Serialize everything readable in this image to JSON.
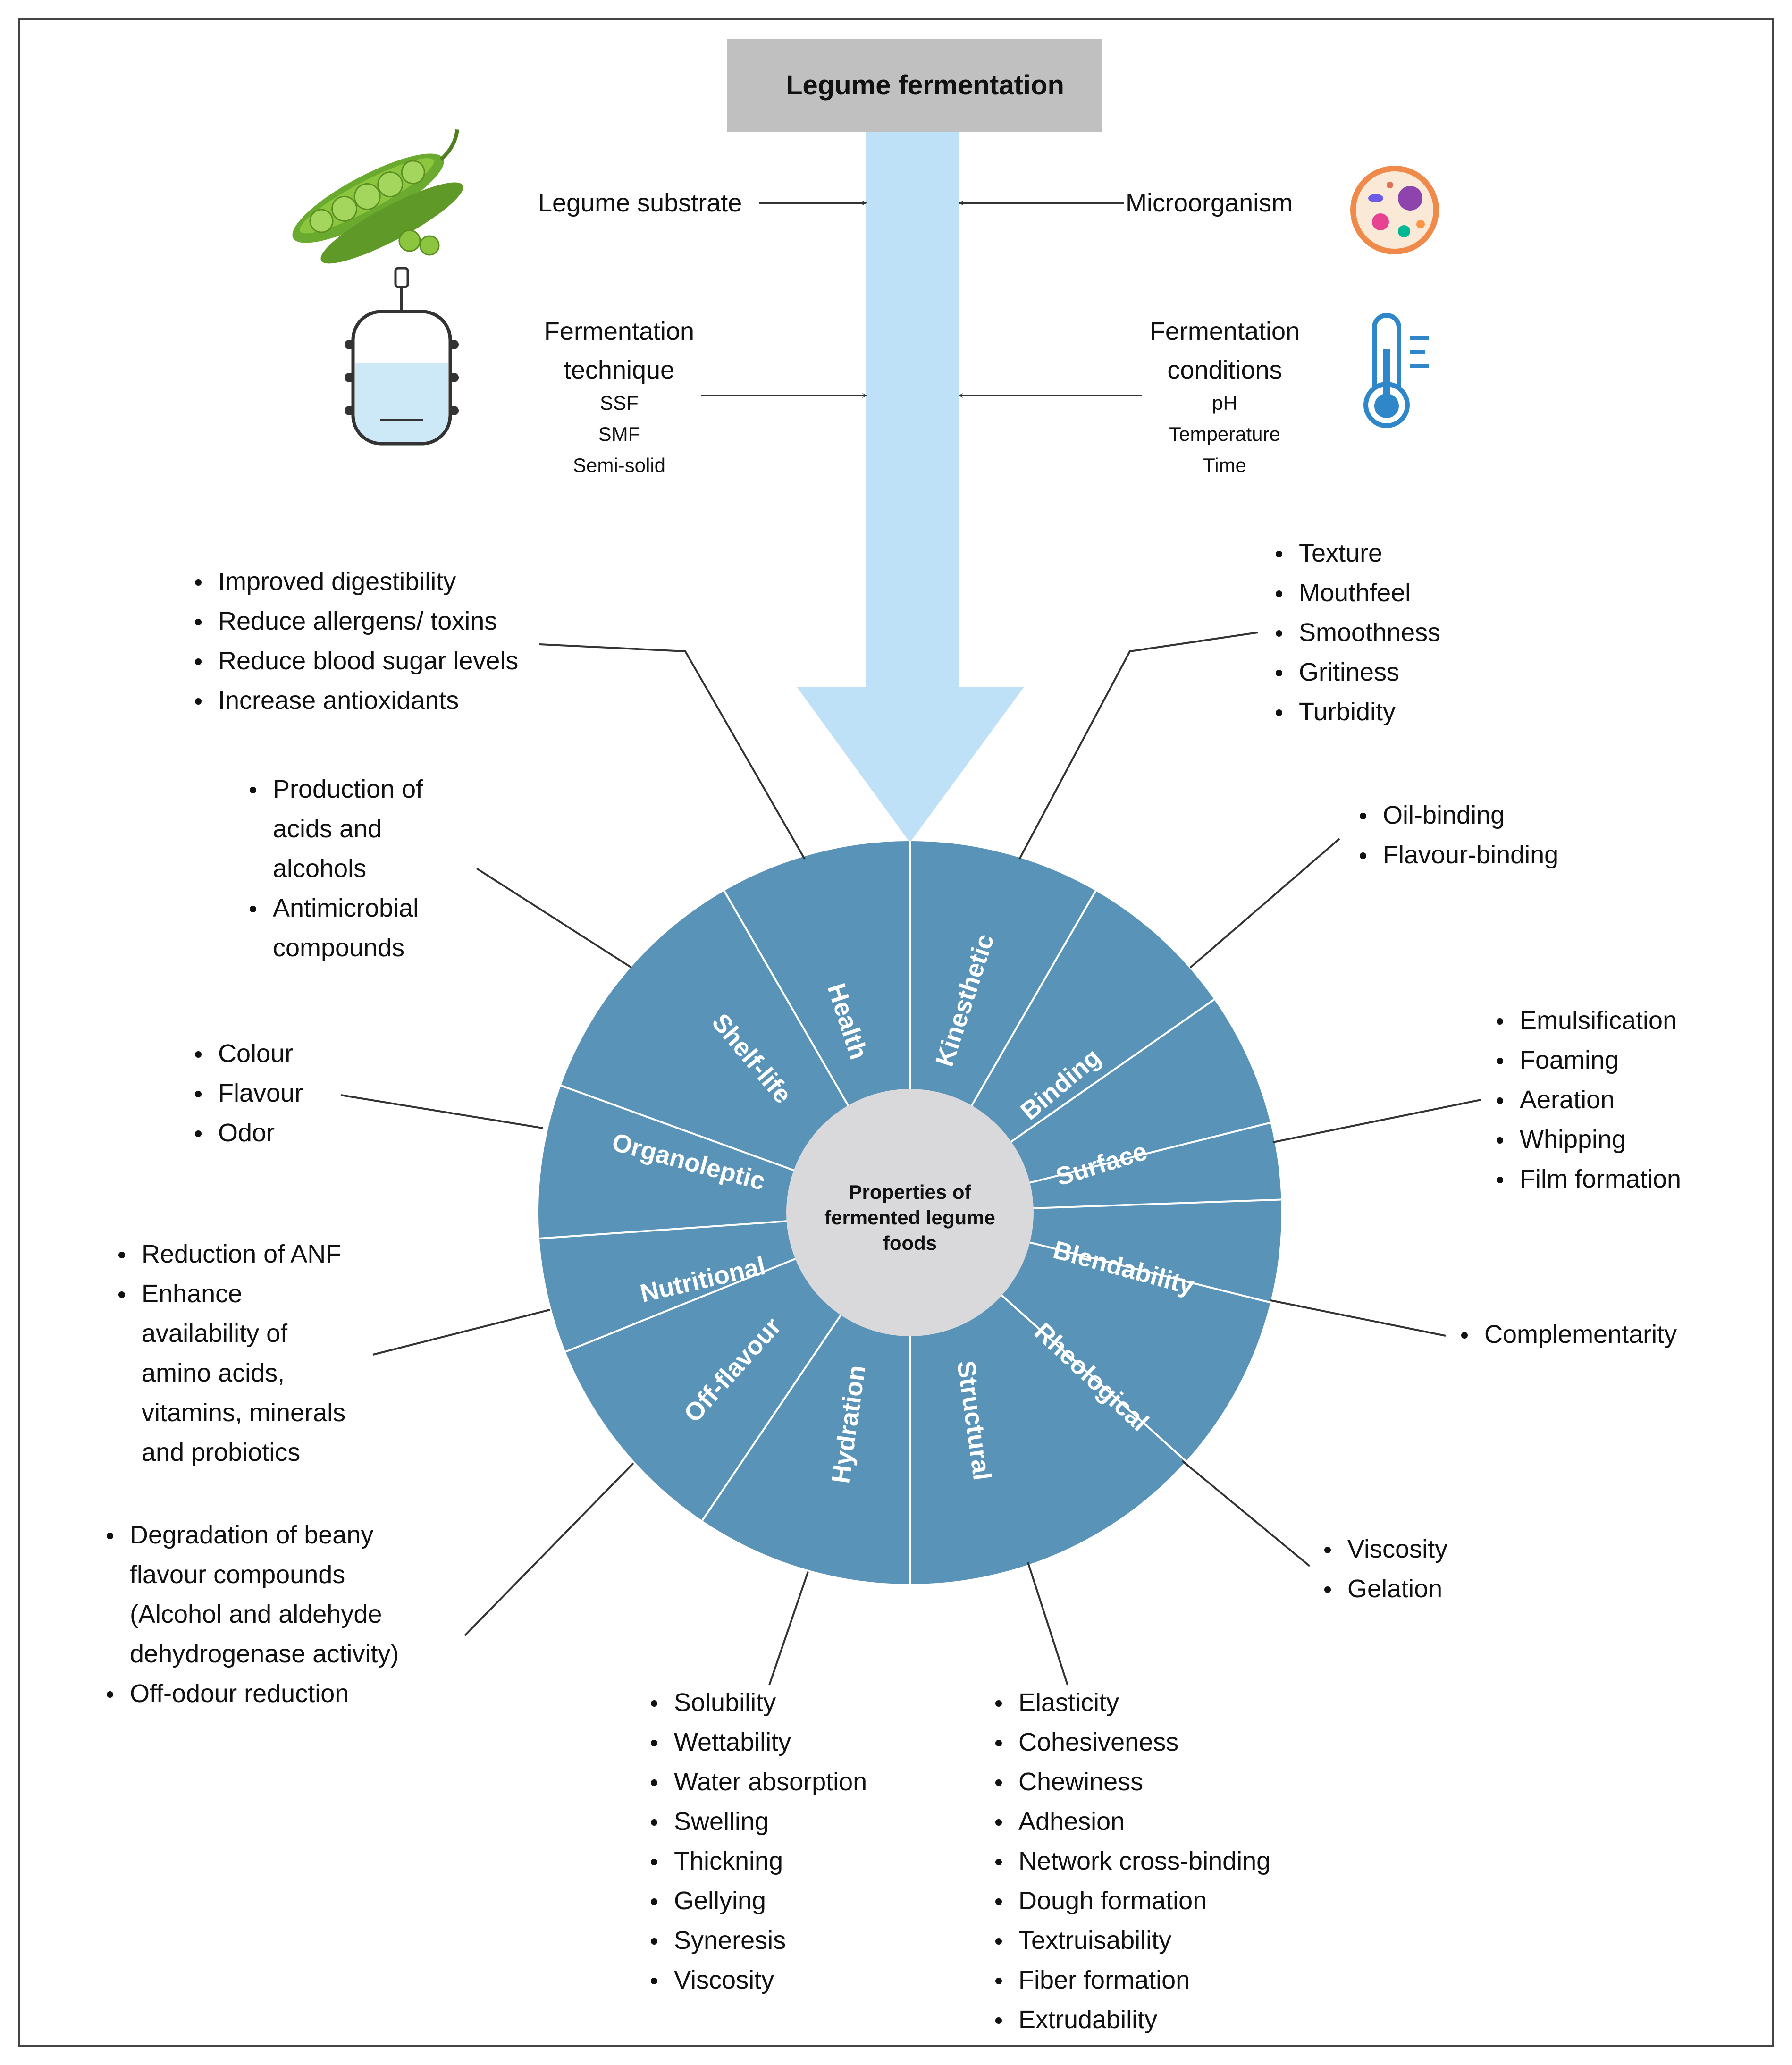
{
  "title": "Legume fermentation",
  "inputs": {
    "substrate": "Legume substrate",
    "microorganism": "Microorganism",
    "technique": {
      "lines": [
        "Fermentation",
        "technique"
      ],
      "items": [
        "SSF",
        "SMF",
        "Semi-solid"
      ]
    },
    "conditions": {
      "lines": [
        "Fermentation",
        "conditions"
      ],
      "items": [
        "pH",
        "Temperature",
        "Time"
      ]
    }
  },
  "icons": [
    "peas-pod-icon",
    "bioreactor-icon",
    "microorganism-icon",
    "thermometer-icon"
  ],
  "center": {
    "lines": [
      "Properties of",
      "fermented legume",
      "foods"
    ]
  },
  "colors": {
    "wheel": "#5a93b8",
    "center": "#d9d9db",
    "arrow": "#bfe1f8",
    "titlebox": "#c0c0c0",
    "line": "#333333"
  },
  "segments": [
    {
      "label": "Health",
      "bullets": [
        [
          "Improved digestibility"
        ],
        [
          "Reduce allergens/ toxins"
        ],
        [
          "Reduce blood sugar levels"
        ],
        [
          "Increase antioxidants"
        ]
      ]
    },
    {
      "label": "Kinesthetic",
      "bullets": [
        [
          "Texture"
        ],
        [
          "Mouthfeel"
        ],
        [
          "Smoothness"
        ],
        [
          "Gritiness"
        ],
        [
          "Turbidity"
        ]
      ]
    },
    {
      "label": "Binding",
      "bullets": [
        [
          "Oil-binding"
        ],
        [
          "Flavour-binding"
        ]
      ]
    },
    {
      "label": "Surface",
      "bullets": [
        [
          "Emulsification"
        ],
        [
          "Foaming"
        ],
        [
          "Aeration"
        ],
        [
          "Whipping"
        ],
        [
          "Film formation"
        ]
      ]
    },
    {
      "label": "Blendability",
      "bullets": [
        [
          "Complementarity"
        ]
      ]
    },
    {
      "label": "Rheological",
      "bullets": [
        [
          "Viscosity"
        ],
        [
          "Gelation"
        ]
      ]
    },
    {
      "label": "Structural",
      "bullets": [
        [
          "Elasticity"
        ],
        [
          "Cohesiveness"
        ],
        [
          "Chewiness"
        ],
        [
          "Adhesion"
        ],
        [
          "Network cross-binding"
        ],
        [
          "Dough formation"
        ],
        [
          "Textruisability"
        ],
        [
          "Fiber formation"
        ],
        [
          "Extrudability"
        ]
      ]
    },
    {
      "label": "Hydration",
      "bullets": [
        [
          "Solubility"
        ],
        [
          "Wettability"
        ],
        [
          "Water absorption"
        ],
        [
          "Swelling"
        ],
        [
          "Thickning"
        ],
        [
          "Gellying"
        ],
        [
          "Syneresis"
        ],
        [
          "Viscosity"
        ]
      ]
    },
    {
      "label": "Off-flavour",
      "bullets": [
        [
          "Degradation of beany",
          "flavour compounds",
          "(Alcohol and aldehyde",
          "dehydrogenase activity)"
        ],
        [
          "Off-odour reduction"
        ]
      ]
    },
    {
      "label": "Nutritional",
      "bullets": [
        [
          "Reduction of ANF"
        ],
        [
          "Enhance",
          "availability of",
          "amino acids,",
          "vitamins, minerals",
          "and probiotics"
        ]
      ]
    },
    {
      "label": "Organoleptic",
      "bullets": [
        [
          "Colour"
        ],
        [
          "Flavour"
        ],
        [
          "Odor"
        ]
      ]
    },
    {
      "label": "Shelf-life",
      "bullets": [
        [
          "Production of",
          "acids and",
          "alcohols"
        ],
        [
          "Antimicrobial",
          "compounds"
        ]
      ]
    }
  ]
}
